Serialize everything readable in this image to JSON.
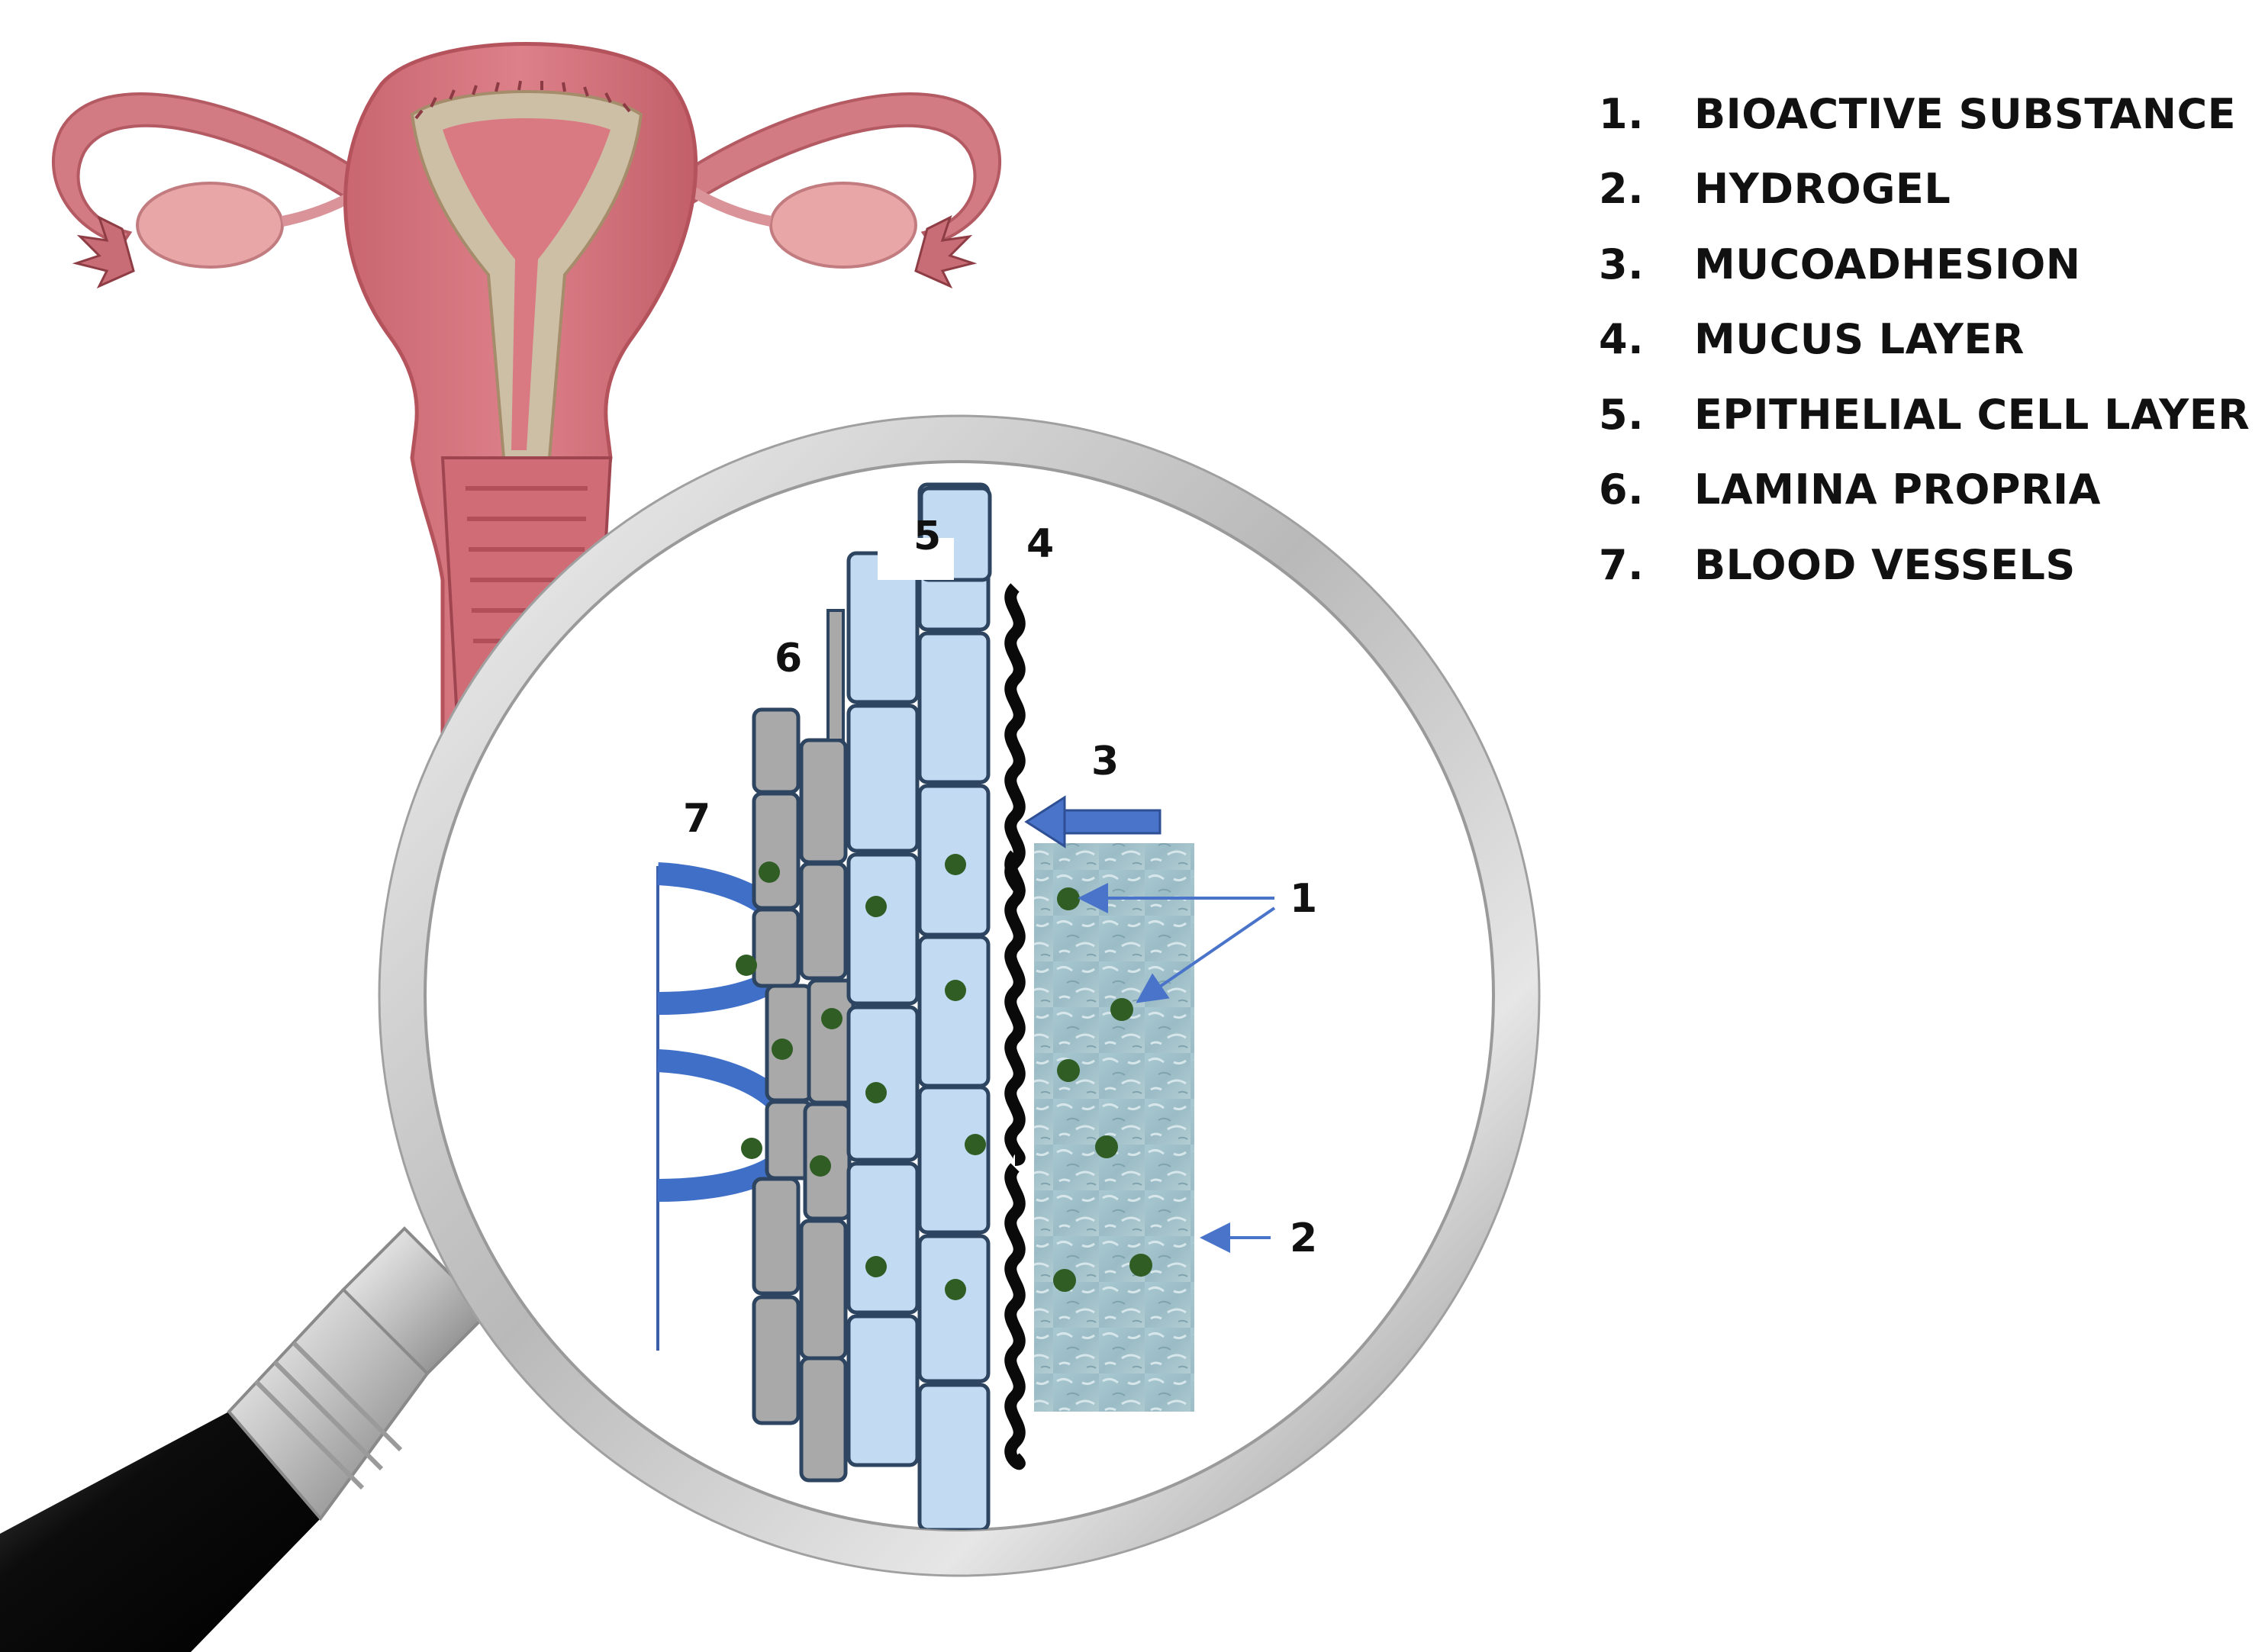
{
  "legend": [
    {
      "number": "1.",
      "label": "BIOACTIVE SUBSTANCE"
    },
    {
      "number": "2.",
      "label": "HYDROGEL"
    },
    {
      "number": "3.",
      "label": "MUCOADHESION"
    },
    {
      "number": "4.",
      "label": "MUCUS LAYER"
    },
    {
      "number": "5.",
      "label": "EPITHELIAL CELL LAYER"
    },
    {
      "number": "6.",
      "label": "LAMINA PROPRIA"
    },
    {
      "number": "7.",
      "label": "BLOOD VESSELS"
    }
  ],
  "callouts": {
    "bioactive": "1",
    "hydrogel": "2",
    "mucoadhesion": "3",
    "mucus": "4",
    "epithelial": "5",
    "lamina": "6",
    "vessels": "7"
  },
  "colors": {
    "uterus_pink": "#d9777f",
    "uterus_dark": "#b8545e",
    "lining_beige": "#cdbfa6",
    "epithelial_cell": "#c3dbf2",
    "lamina_cell": "#a9a9a9",
    "blood_vessel": "#3f6fc7",
    "hydrogel": "#9dbfc8",
    "bioactive_dot": "#2f5d24",
    "arrow_blue": "#4a74c9",
    "handle_black": "#111111"
  }
}
